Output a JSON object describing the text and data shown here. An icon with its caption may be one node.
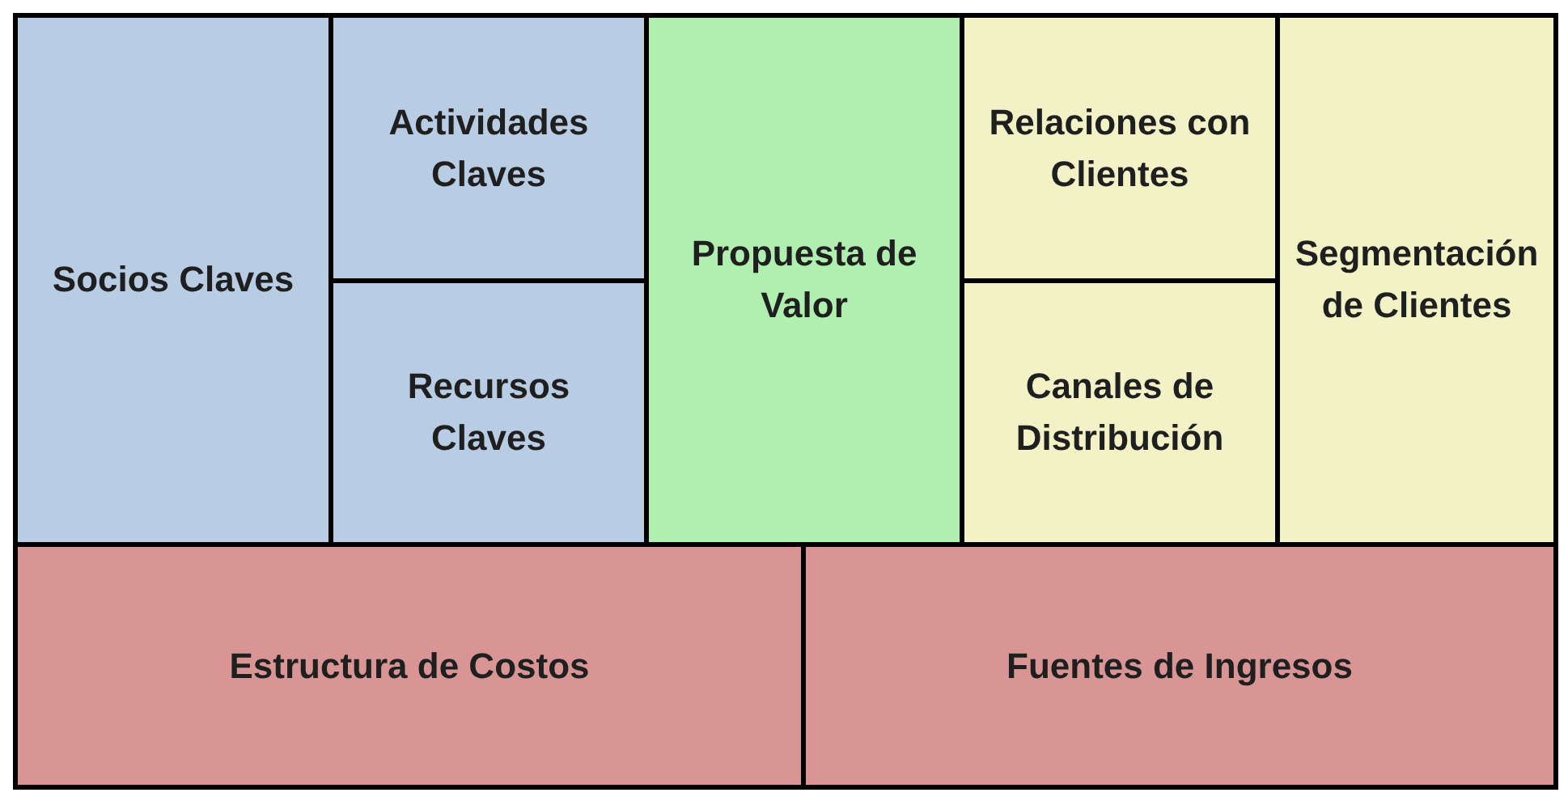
{
  "diagram": {
    "nodes": [
      {
        "text": [
          "Socios Claves"
        ]
      },
      {
        "text": [
          "Actividades Claves"
        ]
      },
      {
        "text": [
          "Recursos Claves"
        ]
      },
      {
        "text": [
          "Propuesta de Valor"
        ]
      },
      {
        "text": [
          "Relaciones con Clientes"
        ]
      },
      {
        "text": [
          "Canales de Distribución"
        ]
      },
      {
        "text": [
          "Segmentación de Clientes"
        ]
      },
      {
        "text": [
          "Estructura de Costos"
        ]
      },
      {
        "text": [
          "Fuentes de Ingresos"
        ]
      }
    ]
  }
}
